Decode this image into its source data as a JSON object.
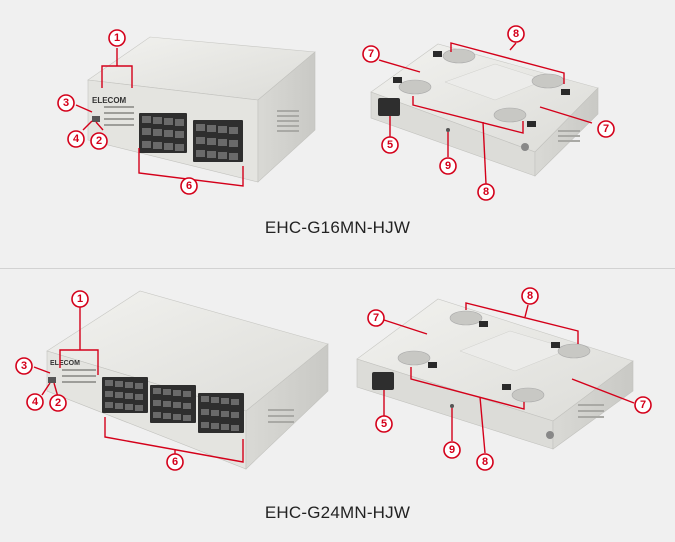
{
  "products": [
    {
      "model": "EHC-G16MN-HJW",
      "front_brand": "ELECOM",
      "callouts": [
        "1",
        "2",
        "3",
        "4",
        "5",
        "6",
        "7",
        "8",
        "9"
      ]
    },
    {
      "model": "EHC-G24MN-HJW",
      "front_brand": "ELECOM",
      "callouts": [
        "1",
        "2",
        "3",
        "4",
        "5",
        "6",
        "7",
        "8",
        "9"
      ]
    }
  ],
  "colors": {
    "accent": "#d4001a",
    "device_body": "#e6e6e2",
    "background": "#f0f0f0"
  }
}
